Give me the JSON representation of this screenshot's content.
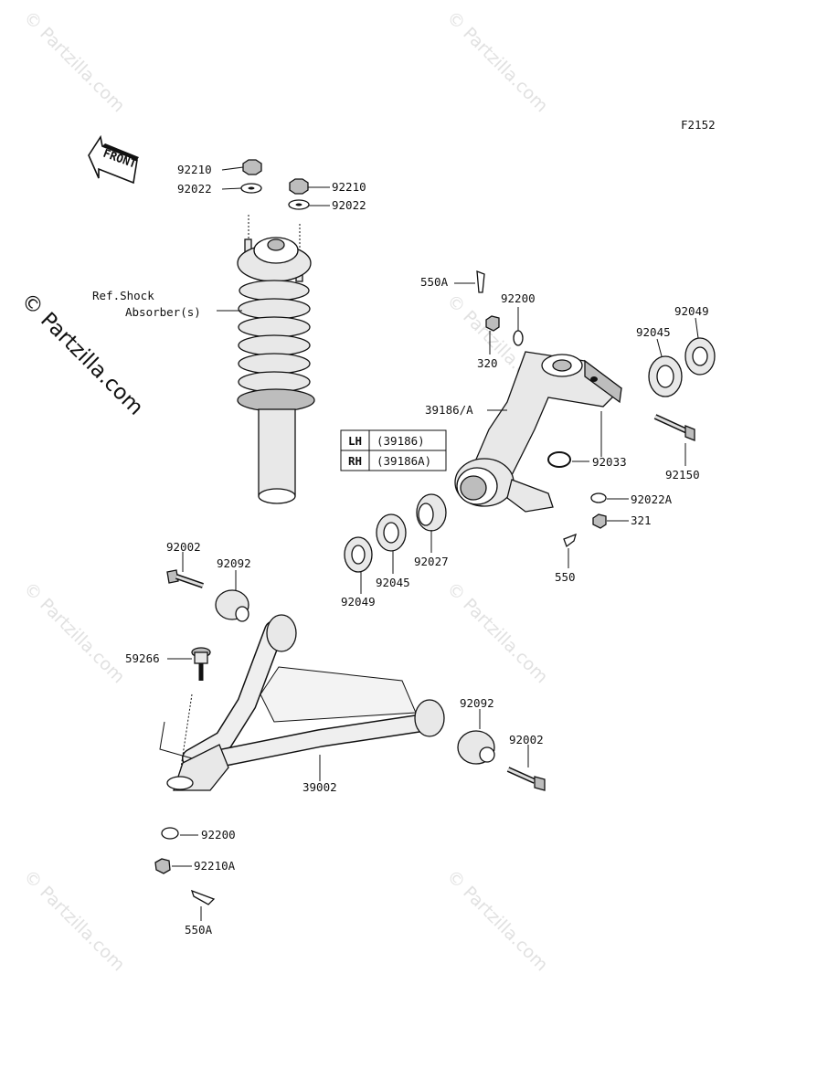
{
  "diagram_code": "F2152",
  "front_arrow_label": "FRONT",
  "watermark_text": "© Partzilla.com",
  "side_watermark": "© Partzilla.com",
  "shock_ref_line1": "Ref.Shock",
  "shock_ref_line2": "Absorber(s)",
  "side_table": {
    "rows": [
      {
        "side": "LH",
        "part": "(39186)"
      },
      {
        "side": "RH",
        "part": "(39186A)"
      }
    ]
  },
  "labels": {
    "p92210_left": "92210",
    "p92022_left": "92022",
    "p92210_right": "92210",
    "p92022_right": "92022",
    "p550A_top": "550A",
    "p92200_top": "92200",
    "p320": "320",
    "p92049_top": "92049",
    "p92045_top": "92045",
    "p39186A": "39186/A",
    "p92033": "92033",
    "p92150": "92150",
    "p92022A": "92022A",
    "p321": "321",
    "p550": "550",
    "p92027": "92027",
    "p92045_bot": "92045",
    "p92049_bot": "92049",
    "p92002_left": "92002",
    "p92092_left": "92092",
    "p59266": "59266",
    "p92092_right": "92092",
    "p92002_right": "92002",
    "p39002": "39002",
    "p92200_bot": "92200",
    "p92210A": "92210A",
    "p550A_bot": "550A"
  }
}
